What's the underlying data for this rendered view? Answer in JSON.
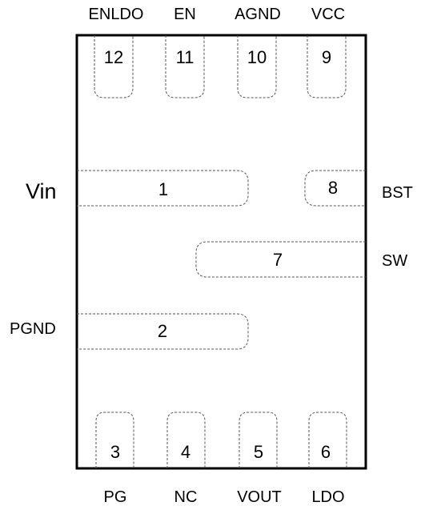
{
  "package": {
    "pins": [
      {
        "number": "1",
        "name": "Vin"
      },
      {
        "number": "2",
        "name": "PGND"
      },
      {
        "number": "3",
        "name": "PG"
      },
      {
        "number": "4",
        "name": "NC"
      },
      {
        "number": "5",
        "name": "VOUT"
      },
      {
        "number": "6",
        "name": "LDO"
      },
      {
        "number": "7",
        "name": "SW"
      },
      {
        "number": "8",
        "name": "BST"
      },
      {
        "number": "9",
        "name": "VCC"
      },
      {
        "number": "10",
        "name": "AGND"
      },
      {
        "number": "11",
        "name": "EN"
      },
      {
        "number": "12",
        "name": "ENLDO"
      }
    ]
  },
  "colors": {
    "outline": "#000000",
    "pad_stroke": "#555555",
    "background": "#ffffff"
  }
}
